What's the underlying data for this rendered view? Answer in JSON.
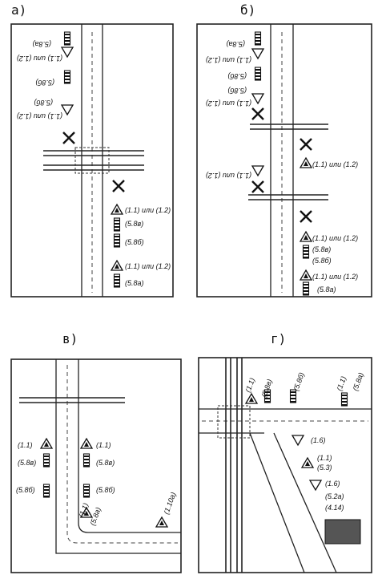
{
  "panels": {
    "a": {
      "caption": "а)",
      "labels": [
        {
          "id": "a_583a_top",
          "text": "(5.8a)",
          "flipped": true
        },
        {
          "id": "a_11_12_top",
          "text": "(1.1) или (1.2)",
          "flipped": true
        },
        {
          "id": "a_58b_top",
          "text": "(5.8б)",
          "flipped": true
        },
        {
          "id": "a_58b_mid",
          "text": "(5.8б)",
          "flipped": true
        },
        {
          "id": "a_11_12_mid",
          "text": "(1.1) или (1.2)",
          "flipped": true
        },
        {
          "id": "a_11_12_r1",
          "text": "(1.1) или (1.2)",
          "flipped": false
        },
        {
          "id": "a_58v_r1",
          "text": "(5.8в)",
          "flipped": false
        },
        {
          "id": "a_58b_r",
          "text": "(5.8б)",
          "flipped": false
        },
        {
          "id": "a_11_12_r2",
          "text": "(1.1) или (1.2)",
          "flipped": false
        },
        {
          "id": "a_58a_r",
          "text": "(5.8а)",
          "flipped": false
        }
      ]
    },
    "b": {
      "caption": "б)",
      "labels": [
        {
          "id": "b_58a_top",
          "text": "(5.8a)",
          "flipped": true
        },
        {
          "id": "b_11_12_top",
          "text": "(1.1) или (1.2)",
          "flipped": true
        },
        {
          "id": "b_58b_top",
          "text": "(5.8б)",
          "flipped": true
        },
        {
          "id": "b_58b_top2",
          "text": "(5.8б)",
          "flipped": true
        },
        {
          "id": "b_11_12_t2",
          "text": "(1.1) или (1.2)",
          "flipped": true
        },
        {
          "id": "b_11_12_r1",
          "text": "(1.1) или (1.2)",
          "flipped": false
        },
        {
          "id": "b_11_12_l1",
          "text": "(1.1) или (1.2)",
          "flipped": true
        },
        {
          "id": "b_11_12_r2",
          "text": "(1.1) или (1.2)",
          "flipped": false
        },
        {
          "id": "b_58v_r",
          "text": "(5.8в)",
          "flipped": false
        },
        {
          "id": "b_58b_r",
          "text": "(5.8б)",
          "flipped": false
        },
        {
          "id": "b_11_12_r3",
          "text": "(1.1) или (1.2)",
          "flipped": false
        },
        {
          "id": "b_58a_r",
          "text": "(5.8а)",
          "flipped": false
        }
      ]
    },
    "v": {
      "caption": "в)",
      "labels": [
        {
          "id": "v_11_l",
          "text": "(1.1)"
        },
        {
          "id": "v_58v_l",
          "text": "(5.8в)"
        },
        {
          "id": "v_11_r",
          "text": "(1.1)"
        },
        {
          "id": "v_58v_r",
          "text": "(5.8в)"
        },
        {
          "id": "v_58b_l",
          "text": "(5.8б)"
        },
        {
          "id": "v_58b_r",
          "text": "(5.8б)"
        },
        {
          "id": "v_11_s",
          "text": "(1.1)"
        },
        {
          "id": "v_58a_s",
          "text": "(5.8a)"
        },
        {
          "id": "v_110a",
          "text": "(1.10а)"
        }
      ]
    },
    "g": {
      "caption": "г)",
      "labels": [
        {
          "id": "g_11_a",
          "text": "(1.1)"
        },
        {
          "id": "g_58v",
          "text": "(5.8в)"
        },
        {
          "id": "g_58b",
          "text": "(5.8б)"
        },
        {
          "id": "g_11_b",
          "text": "(1.1)"
        },
        {
          "id": "g_58a",
          "text": "(5.8а)"
        },
        {
          "id": "g_16_a",
          "text": "(1.6)"
        },
        {
          "id": "g_11_c",
          "text": "(1.1)"
        },
        {
          "id": "g_53",
          "text": "(5.3)"
        },
        {
          "id": "g_16_b",
          "text": "(1.6)"
        },
        {
          "id": "g_52a",
          "text": "(5.2a)"
        },
        {
          "id": "g_414",
          "text": "(4.14)"
        }
      ]
    }
  }
}
